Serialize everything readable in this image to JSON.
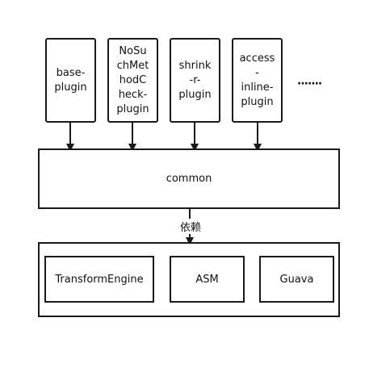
{
  "plugins": [
    {
      "name": "base-plugin",
      "label": "base-\nplugin"
    },
    {
      "name": "nosuchmethodcheck-plugin",
      "label": "NoSu\nchMet\nhodC\nheck-\nplugin"
    },
    {
      "name": "shrink-r-plugin",
      "label": "shrink\n-r-\nplugin"
    },
    {
      "name": "access-inline-plugin",
      "label": "access\n-\ninline-\nplugin"
    }
  ],
  "more_indicator": "·······",
  "common": {
    "label": "common"
  },
  "dependency_label": "依赖",
  "dependencies": [
    {
      "label": "TransformEngine"
    },
    {
      "label": "ASM"
    },
    {
      "label": "Guava"
    }
  ]
}
